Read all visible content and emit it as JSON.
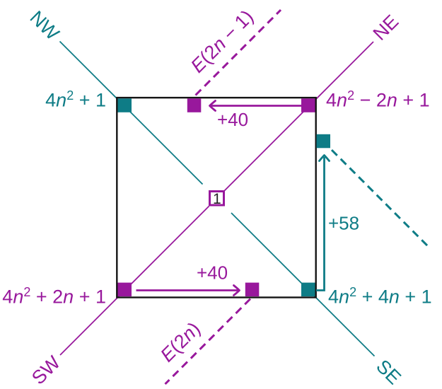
{
  "figure": {
    "description": "Square spiral (Ulam) diagonals diagram with corner formulas",
    "background": "#ffffff",
    "colors": {
      "teal": "#0E7C86",
      "purple": "#98189C",
      "border": "#141414",
      "center_digit": "#262626",
      "center_box_fill": "#ffffff"
    }
  },
  "labels": {
    "direction_nw": "NW",
    "direction_ne": "NE",
    "direction_sw": "SW",
    "direction_se": "SE",
    "corner_nw_formula": "4n^2 + 1",
    "corner_ne_formula": "4n^2 − 2n + 1",
    "corner_sw_formula": "4n^2 + 2n + 1",
    "corner_se_formula": "4n^2 + 4n + 1",
    "dashed_top_formula": "E(2n − 1)",
    "dashed_bottom_formula": "E(2n)",
    "step_top": "+40",
    "step_bottom": "+40",
    "step_right": "+58",
    "center_value": "1"
  }
}
